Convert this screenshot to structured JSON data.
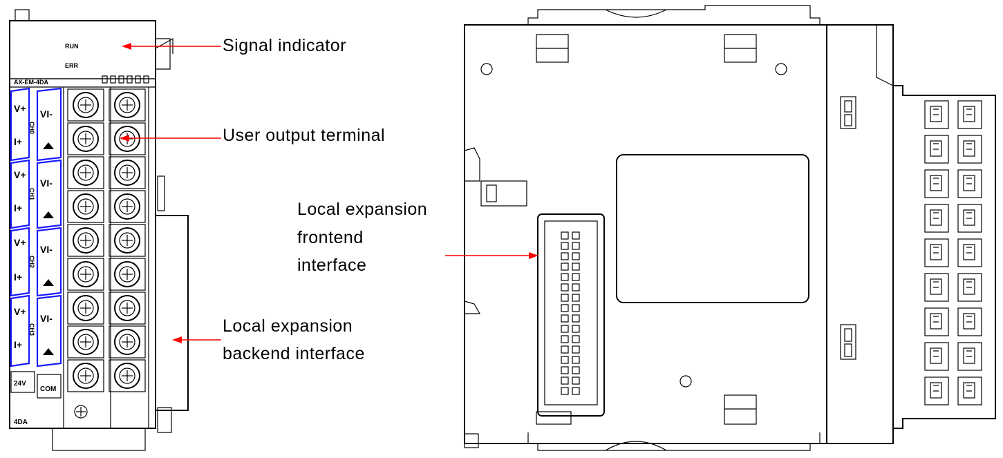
{
  "callouts": {
    "signal_indicator": "Signal  indicator",
    "user_output_terminal": "User  output  terminal",
    "frontend_line1": "Local expansion",
    "frontend_line2": "frontend",
    "frontend_line3": "interface",
    "backend_line1": "Local expansion",
    "backend_line2": "backend interface"
  },
  "module": {
    "led_run": "RUN",
    "led_err": "ERR",
    "model": "AX-EM-4DA",
    "bottom_label": "4DA",
    "label_24v": "24V",
    "label_com": "COM",
    "channels": [
      {
        "v_plus": "V+",
        "i_plus": "I+",
        "vi_minus": "VI-",
        "ch": "CH0"
      },
      {
        "v_plus": "V+",
        "i_plus": "I+",
        "vi_minus": "VI-",
        "ch": "CH1"
      },
      {
        "v_plus": "V+",
        "i_plus": "I+",
        "vi_minus": "VI-",
        "ch": "CH2"
      },
      {
        "v_plus": "V+",
        "i_plus": "I+",
        "vi_minus": "VI-",
        "ch": "CH3"
      }
    ]
  },
  "colors": {
    "arrow": "#ff0000",
    "channel_outline": "#1a1aff",
    "line": "#000000"
  }
}
